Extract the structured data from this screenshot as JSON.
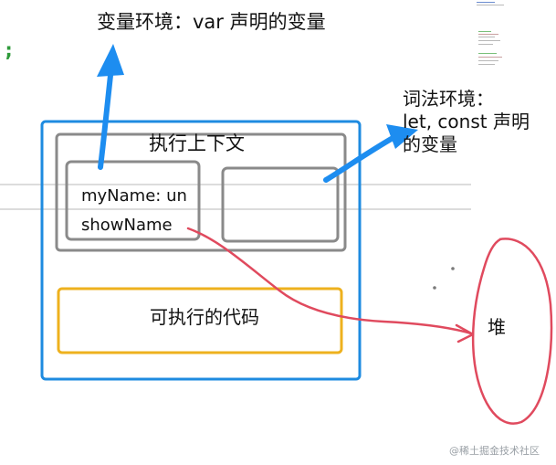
{
  "labels": {
    "variable_environment": "变量环境：var 声明的变量",
    "lexical_environment_line1": "词法环境：",
    "lexical_environment_line2": "let, const 声明",
    "lexical_environment_line3": "的变量",
    "execution_context": "执行上下文",
    "var_myname": "myName: un",
    "var_showname": "showName",
    "executable_code": "可执行的代码",
    "heap": "堆",
    "code_fragment": ";",
    "watermark": "@稀土掘金技术社区"
  },
  "colors": {
    "outer_box": "#1e8be0",
    "inner_box": "#8a8a8a",
    "exec_box": "#eeb11e",
    "arrow": "#1d8df0",
    "heap": "#e04a5e",
    "guide_line": "#d7d7d7"
  }
}
